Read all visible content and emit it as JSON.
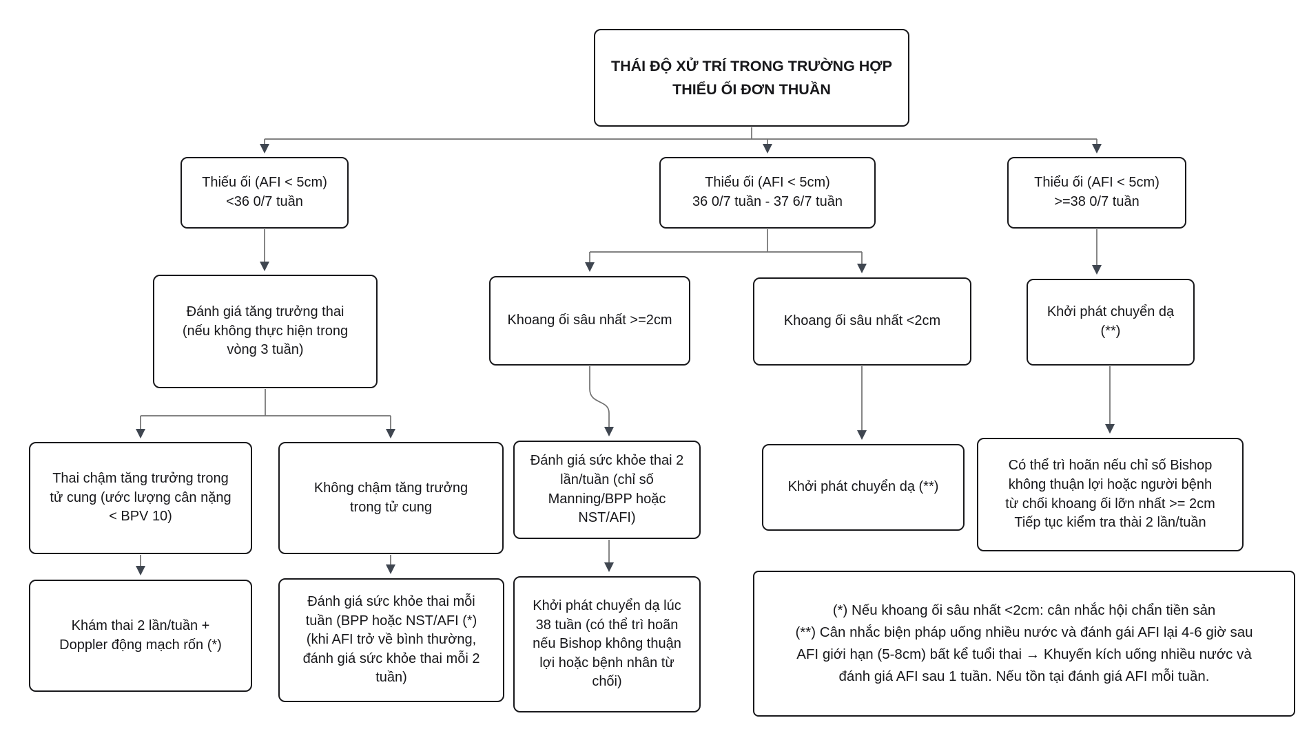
{
  "diagram": {
    "title": "THÁI ĐỘ XỬ TRÍ TRONG TRƯỜNG HỢP\nTHIỂU ỐI ĐƠN THUẦN",
    "branch_lt36": "Thiếu ối (AFI < 5cm)\n<36 0/7 tuần",
    "branch_36_37": "Thiểu ối (AFI < 5cm)\n36 0/7 tuần - 37 6/7 tuần",
    "branch_ge38": "Thiểu ối (AFI < 5cm)\n>=38 0/7 tuần",
    "growth_assessment": "Đánh giá tăng trưởng thai\n(nếu không thực hiện trong\nvòng 3 tuần)",
    "mvp_ge2": "Khoang ối sâu nhất >=2cm",
    "mvp_lt2": "Khoang ối sâu nhất <2cm",
    "iol_ge38": "Khởi phát chuyển dạ\n(**)",
    "fgr": "Thai chậm tăng trưởng trong\ntử cung (ước lượng cân nặng\n< BPV 10)",
    "no_fgr": "Không chậm tăng trưởng\ntrong tử cung",
    "fetal_surveillance_2x": "Đánh giá sức khỏe thai 2\nlần/tuần (chỉ số\nManning/BPP hoặc\nNST/AFI)",
    "iol_mvp_lt2": "Khởi phát chuyển dạ (**)",
    "delay_bishop": "Có thể trì hoãn nếu chỉ số Bishop\nkhông thuận lợi hoặc người bệnh\ntừ chối khoang ối lỡn nhất >= 2cm\nTiếp tục kiểm tra thài 2 lần/tuần",
    "antenatal_visits": "Khám thai 2 lần/tuần +\nDoppler động mạch rốn (*)",
    "weekly_surveillance": "Đánh giá sức khỏe thai mỗi\ntuần (BPP hoặc NST/AFI (*)\n(khi AFI trở về bình thường,\nđánh giá sức khỏe thai mỗi 2\ntuần)",
    "iol_38_weeks": "Khởi phát chuyển dạ lúc\n38 tuần (có thể trì hoãn\nnếu Bishop không thuận\nlợi hoặc bệnh nhân từ\nchối)",
    "footnotes": "(*) Nếu khoang ối sâu nhất <2cm: cân nhắc hội chẩn tiền sản\n(**) Cân nhắc biện pháp uống nhiều nước và đánh gái AFI lại 4-6 giờ sau\nAFI giới hạn (5-8cm) bất kể tuổi thai → Khuyến kích uống nhiều nước và\nđánh giá AFI sau 1 tuần. Nếu tồn tại đánh giá AFI mỗi tuần."
  },
  "colors": {
    "box_border": "#18181b",
    "box_background": "#ffffff",
    "text": "#18181b",
    "connector_line": "#707070",
    "arrowhead": "#3f4650",
    "page_background": "#ffffff"
  }
}
